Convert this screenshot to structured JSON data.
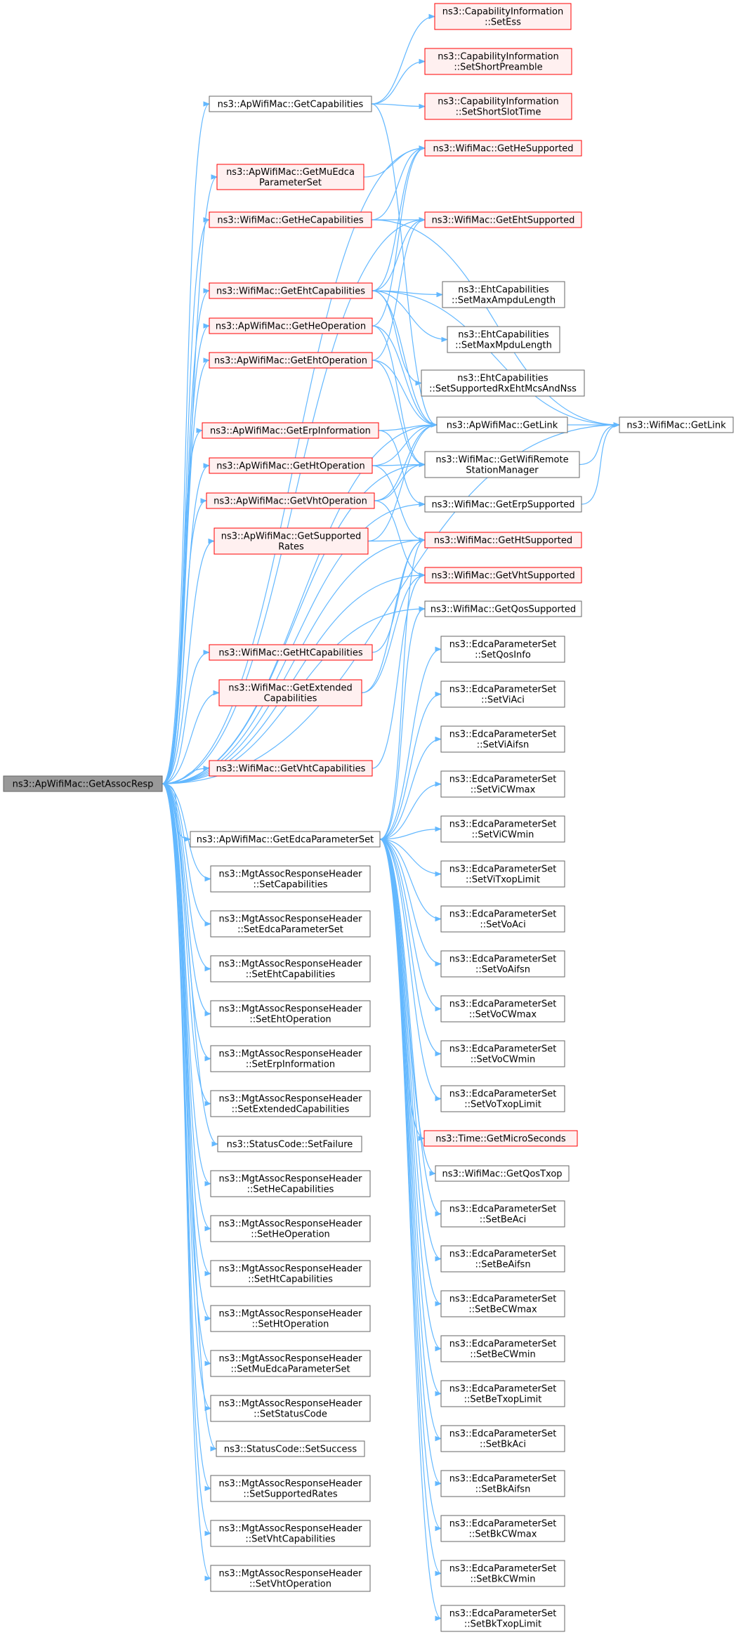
{
  "colors": {
    "edge": "#63b8ff",
    "border_normal": "#666666",
    "border_red": "#ff0000",
    "fill_normal": "#ffffff",
    "fill_red": "#fff0f0",
    "fill_root": "#999999",
    "text": "#000000"
  },
  "nodes": [
    {
      "id": "root",
      "style": "root",
      "lines": [
        "ns3::ApWifiMac::GetAssocResp"
      ]
    },
    {
      "id": "getCapabilities",
      "style": "normal",
      "lines": [
        "ns3::ApWifiMac::GetCapabilities"
      ]
    },
    {
      "id": "getMuEdca",
      "style": "red",
      "lines": [
        "ns3::ApWifiMac::GetMuEdca",
        "ParameterSet"
      ]
    },
    {
      "id": "getHeCap",
      "style": "red",
      "lines": [
        "ns3::WifiMac::GetHeCapabilities"
      ]
    },
    {
      "id": "getEhtCap",
      "style": "red",
      "lines": [
        "ns3::WifiMac::GetEhtCapabilities"
      ]
    },
    {
      "id": "getHeOp",
      "style": "red",
      "lines": [
        "ns3::ApWifiMac::GetHeOperation"
      ]
    },
    {
      "id": "getEhtOp",
      "style": "red",
      "lines": [
        "ns3::ApWifiMac::GetEhtOperation"
      ]
    },
    {
      "id": "getErpInfo",
      "style": "red",
      "lines": [
        "ns3::ApWifiMac::GetErpInformation"
      ]
    },
    {
      "id": "getHtOp",
      "style": "red",
      "lines": [
        "ns3::ApWifiMac::GetHtOperation"
      ]
    },
    {
      "id": "getVhtOp",
      "style": "red",
      "lines": [
        "ns3::ApWifiMac::GetVhtOperation"
      ]
    },
    {
      "id": "getSuppRates",
      "style": "red",
      "lines": [
        "ns3::ApWifiMac::GetSupported",
        "Rates"
      ]
    },
    {
      "id": "getHtCap",
      "style": "red",
      "lines": [
        "ns3::WifiMac::GetHtCapabilities"
      ]
    },
    {
      "id": "getExtCap",
      "style": "red",
      "lines": [
        "ns3::WifiMac::GetExtended",
        "Capabilities"
      ]
    },
    {
      "id": "getVhtCap",
      "style": "red",
      "lines": [
        "ns3::WifiMac::GetVhtCapabilities"
      ]
    },
    {
      "id": "getEdca",
      "style": "normal",
      "lines": [
        "ns3::ApWifiMac::GetEdcaParameterSet"
      ]
    },
    {
      "id": "hSetCap",
      "style": "normal",
      "lines": [
        "ns3::MgtAssocResponseHeader",
        "::SetCapabilities"
      ]
    },
    {
      "id": "hSetEdca",
      "style": "normal",
      "lines": [
        "ns3::MgtAssocResponseHeader",
        "::SetEdcaParameterSet"
      ]
    },
    {
      "id": "hSetEhtCap",
      "style": "normal",
      "lines": [
        "ns3::MgtAssocResponseHeader",
        "::SetEhtCapabilities"
      ]
    },
    {
      "id": "hSetEhtOp",
      "style": "normal",
      "lines": [
        "ns3::MgtAssocResponseHeader",
        "::SetEhtOperation"
      ]
    },
    {
      "id": "hSetErp",
      "style": "normal",
      "lines": [
        "ns3::MgtAssocResponseHeader",
        "::SetErpInformation"
      ]
    },
    {
      "id": "hSetExtCap",
      "style": "normal",
      "lines": [
        "ns3::MgtAssocResponseHeader",
        "::SetExtendedCapabilities"
      ]
    },
    {
      "id": "scSetFailure",
      "style": "normal",
      "lines": [
        "ns3::StatusCode::SetFailure"
      ]
    },
    {
      "id": "hSetHeCap",
      "style": "normal",
      "lines": [
        "ns3::MgtAssocResponseHeader",
        "::SetHeCapabilities"
      ]
    },
    {
      "id": "hSetHeOp",
      "style": "normal",
      "lines": [
        "ns3::MgtAssocResponseHeader",
        "::SetHeOperation"
      ]
    },
    {
      "id": "hSetHtCap",
      "style": "normal",
      "lines": [
        "ns3::MgtAssocResponseHeader",
        "::SetHtCapabilities"
      ]
    },
    {
      "id": "hSetHtOp",
      "style": "normal",
      "lines": [
        "ns3::MgtAssocResponseHeader",
        "::SetHtOperation"
      ]
    },
    {
      "id": "hSetMuEdca",
      "style": "normal",
      "lines": [
        "ns3::MgtAssocResponseHeader",
        "::SetMuEdcaParameterSet"
      ]
    },
    {
      "id": "hSetStatus",
      "style": "normal",
      "lines": [
        "ns3::MgtAssocResponseHeader",
        "::SetStatusCode"
      ]
    },
    {
      "id": "scSetSuccess",
      "style": "normal",
      "lines": [
        "ns3::StatusCode::SetSuccess"
      ]
    },
    {
      "id": "hSetSuppRates",
      "style": "normal",
      "lines": [
        "ns3::MgtAssocResponseHeader",
        "::SetSupportedRates"
      ]
    },
    {
      "id": "hSetVhtCap",
      "style": "normal",
      "lines": [
        "ns3::MgtAssocResponseHeader",
        "::SetVhtCapabilities"
      ]
    },
    {
      "id": "hSetVhtOp",
      "style": "normal",
      "lines": [
        "ns3::MgtAssocResponseHeader",
        "::SetVhtOperation"
      ]
    },
    {
      "id": "capSetEss",
      "style": "red",
      "lines": [
        "ns3::CapabilityInformation",
        "::SetEss"
      ]
    },
    {
      "id": "capSetShortPre",
      "style": "red",
      "lines": [
        "ns3::CapabilityInformation",
        "::SetShortPreamble"
      ]
    },
    {
      "id": "capSetShortSlot",
      "style": "red",
      "lines": [
        "ns3::CapabilityInformation",
        "::SetShortSlotTime"
      ]
    },
    {
      "id": "getHeSupp",
      "style": "red",
      "lines": [
        "ns3::WifiMac::GetHeSupported"
      ]
    },
    {
      "id": "getEhtSupp",
      "style": "red",
      "lines": [
        "ns3::WifiMac::GetEhtSupported"
      ]
    },
    {
      "id": "ehtSetMaxAmpdu",
      "style": "normal",
      "lines": [
        "ns3::EhtCapabilities",
        "::SetMaxAmpduLength"
      ]
    },
    {
      "id": "ehtSetMaxMpdu",
      "style": "normal",
      "lines": [
        "ns3::EhtCapabilities",
        "::SetMaxMpduLength"
      ]
    },
    {
      "id": "ehtSetRx",
      "style": "normal",
      "lines": [
        "ns3::EhtCapabilities",
        "::SetSupportedRxEhtMcsAndNss"
      ]
    },
    {
      "id": "apGetLink",
      "style": "normal",
      "lines": [
        "ns3::ApWifiMac::GetLink"
      ]
    },
    {
      "id": "getRemoteMgr",
      "style": "normal",
      "lines": [
        "ns3::WifiMac::GetWifiRemote",
        "StationManager"
      ]
    },
    {
      "id": "getErpSupp",
      "style": "normal",
      "lines": [
        "ns3::WifiMac::GetErpSupported"
      ]
    },
    {
      "id": "getHtSupp",
      "style": "red",
      "lines": [
        "ns3::WifiMac::GetHtSupported"
      ]
    },
    {
      "id": "getVhtSupp",
      "style": "red",
      "lines": [
        "ns3::WifiMac::GetVhtSupported"
      ]
    },
    {
      "id": "getQosSupp",
      "style": "normal",
      "lines": [
        "ns3::WifiMac::GetQosSupported"
      ]
    },
    {
      "id": "eSetQosInfo",
      "style": "normal",
      "lines": [
        "ns3::EdcaParameterSet",
        "::SetQosInfo"
      ]
    },
    {
      "id": "eSetViAci",
      "style": "normal",
      "lines": [
        "ns3::EdcaParameterSet",
        "::SetViAci"
      ]
    },
    {
      "id": "eSetViAifsn",
      "style": "normal",
      "lines": [
        "ns3::EdcaParameterSet",
        "::SetViAifsn"
      ]
    },
    {
      "id": "eSetViCWmax",
      "style": "normal",
      "lines": [
        "ns3::EdcaParameterSet",
        "::SetViCWmax"
      ]
    },
    {
      "id": "eSetViCWmin",
      "style": "normal",
      "lines": [
        "ns3::EdcaParameterSet",
        "::SetViCWmin"
      ]
    },
    {
      "id": "eSetViTxop",
      "style": "normal",
      "lines": [
        "ns3::EdcaParameterSet",
        "::SetViTxopLimit"
      ]
    },
    {
      "id": "eSetVoAci",
      "style": "normal",
      "lines": [
        "ns3::EdcaParameterSet",
        "::SetVoAci"
      ]
    },
    {
      "id": "eSetVoAifsn",
      "style": "normal",
      "lines": [
        "ns3::EdcaParameterSet",
        "::SetVoAifsn"
      ]
    },
    {
      "id": "eSetVoCWmax",
      "style": "normal",
      "lines": [
        "ns3::EdcaParameterSet",
        "::SetVoCWmax"
      ]
    },
    {
      "id": "eSetVoCWmin",
      "style": "normal",
      "lines": [
        "ns3::EdcaParameterSet",
        "::SetVoCWmin"
      ]
    },
    {
      "id": "eSetVoTxop",
      "style": "normal",
      "lines": [
        "ns3::EdcaParameterSet",
        "::SetVoTxopLimit"
      ]
    },
    {
      "id": "timeGetMicro",
      "style": "red",
      "lines": [
        "ns3::Time::GetMicroSeconds"
      ]
    },
    {
      "id": "getQosTxop",
      "style": "normal",
      "lines": [
        "ns3::WifiMac::GetQosTxop"
      ]
    },
    {
      "id": "eSetBeAci",
      "style": "normal",
      "lines": [
        "ns3::EdcaParameterSet",
        "::SetBeAci"
      ]
    },
    {
      "id": "eSetBeAifsn",
      "style": "normal",
      "lines": [
        "ns3::EdcaParameterSet",
        "::SetBeAifsn"
      ]
    },
    {
      "id": "eSetBeCWmax",
      "style": "normal",
      "lines": [
        "ns3::EdcaParameterSet",
        "::SetBeCWmax"
      ]
    },
    {
      "id": "eSetBeCWmin",
      "style": "normal",
      "lines": [
        "ns3::EdcaParameterSet",
        "::SetBeCWmin"
      ]
    },
    {
      "id": "eSetBeTxop",
      "style": "normal",
      "lines": [
        "ns3::EdcaParameterSet",
        "::SetBeTxopLimit"
      ]
    },
    {
      "id": "eSetBkAci",
      "style": "normal",
      "lines": [
        "ns3::EdcaParameterSet",
        "::SetBkAci"
      ]
    },
    {
      "id": "eSetBkAifsn",
      "style": "normal",
      "lines": [
        "ns3::EdcaParameterSet",
        "::SetBkAifsn"
      ]
    },
    {
      "id": "eSetBkCWmax",
      "style": "normal",
      "lines": [
        "ns3::EdcaParameterSet",
        "::SetBkCWmax"
      ]
    },
    {
      "id": "eSetBkCWmin",
      "style": "normal",
      "lines": [
        "ns3::EdcaParameterSet",
        "::SetBkCWmin"
      ]
    },
    {
      "id": "eSetBkTxop",
      "style": "normal",
      "lines": [
        "ns3::EdcaParameterSet",
        "::SetBkTxopLimit"
      ]
    },
    {
      "id": "wmGetLink",
      "style": "normal",
      "lines": [
        "ns3::WifiMac::GetLink"
      ]
    }
  ],
  "edges": [
    [
      "root",
      "getCapabilities"
    ],
    [
      "root",
      "getMuEdca"
    ],
    [
      "root",
      "getHeCap"
    ],
    [
      "root",
      "getEhtCap"
    ],
    [
      "root",
      "getHeOp"
    ],
    [
      "root",
      "getEhtOp"
    ],
    [
      "root",
      "getErpInfo"
    ],
    [
      "root",
      "getHtOp"
    ],
    [
      "root",
      "getVhtOp"
    ],
    [
      "root",
      "getSuppRates"
    ],
    [
      "root",
      "getHtCap"
    ],
    [
      "root",
      "getExtCap"
    ],
    [
      "root",
      "getVhtCap"
    ],
    [
      "root",
      "getEdca"
    ],
    [
      "root",
      "hSetCap"
    ],
    [
      "root",
      "hSetEdca"
    ],
    [
      "root",
      "hSetEhtCap"
    ],
    [
      "root",
      "hSetEhtOp"
    ],
    [
      "root",
      "hSetErp"
    ],
    [
      "root",
      "hSetExtCap"
    ],
    [
      "root",
      "scSetFailure"
    ],
    [
      "root",
      "hSetHeCap"
    ],
    [
      "root",
      "hSetHeOp"
    ],
    [
      "root",
      "hSetHtCap"
    ],
    [
      "root",
      "hSetHtOp"
    ],
    [
      "root",
      "hSetMuEdca"
    ],
    [
      "root",
      "hSetStatus"
    ],
    [
      "root",
      "scSetSuccess"
    ],
    [
      "root",
      "hSetSuppRates"
    ],
    [
      "root",
      "hSetVhtCap"
    ],
    [
      "root",
      "hSetVhtOp"
    ],
    [
      "root",
      "getHeSupp"
    ],
    [
      "root",
      "getEhtSupp"
    ],
    [
      "root",
      "wmGetLink"
    ],
    [
      "root",
      "apGetLink"
    ],
    [
      "root",
      "getRemoteMgr"
    ],
    [
      "root",
      "getErpSupp"
    ],
    [
      "root",
      "getHtSupp"
    ],
    [
      "root",
      "getVhtSupp"
    ],
    [
      "root",
      "getQosSupp"
    ],
    [
      "getCapabilities",
      "capSetEss"
    ],
    [
      "getCapabilities",
      "capSetShortPre"
    ],
    [
      "getCapabilities",
      "capSetShortSlot"
    ],
    [
      "getCapabilities",
      "apGetLink"
    ],
    [
      "getMuEdca",
      "getHeSupp"
    ],
    [
      "getHeCap",
      "getHeSupp"
    ],
    [
      "getHeCap",
      "getEhtSupp"
    ],
    [
      "getHeCap",
      "wmGetLink"
    ],
    [
      "getEhtCap",
      "getEhtSupp"
    ],
    [
      "getEhtCap",
      "getHeSupp"
    ],
    [
      "getEhtCap",
      "ehtSetMaxAmpdu"
    ],
    [
      "getEhtCap",
      "ehtSetMaxMpdu"
    ],
    [
      "getEhtCap",
      "ehtSetRx"
    ],
    [
      "getEhtCap",
      "wmGetLink"
    ],
    [
      "getEhtCap",
      "apGetLink"
    ],
    [
      "getHeOp",
      "getHeSupp"
    ],
    [
      "getHeOp",
      "apGetLink"
    ],
    [
      "getHeOp",
      "getRemoteMgr"
    ],
    [
      "getEhtOp",
      "getEhtSupp"
    ],
    [
      "getEhtOp",
      "apGetLink"
    ],
    [
      "getEhtOp",
      "getRemoteMgr"
    ],
    [
      "getErpInfo",
      "apGetLink"
    ],
    [
      "getErpInfo",
      "getErpSupp"
    ],
    [
      "getHtOp",
      "apGetLink"
    ],
    [
      "getHtOp",
      "getRemoteMgr"
    ],
    [
      "getHtOp",
      "getHtSupp"
    ],
    [
      "getVhtOp",
      "apGetLink"
    ],
    [
      "getVhtOp",
      "getRemoteMgr"
    ],
    [
      "getVhtOp",
      "getVhtSupp"
    ],
    [
      "getSuppRates",
      "getHtSupp"
    ],
    [
      "getSuppRates",
      "apGetLink"
    ],
    [
      "getHtCap",
      "getHtSupp"
    ],
    [
      "getExtCap",
      "getHtSupp"
    ],
    [
      "getExtCap",
      "getVhtSupp"
    ],
    [
      "getVhtCap",
      "getVhtSupp"
    ],
    [
      "apGetLink",
      "wmGetLink"
    ],
    [
      "getRemoteMgr",
      "wmGetLink"
    ],
    [
      "getErpSupp",
      "wmGetLink"
    ],
    [
      "getEdca",
      "getQosSupp"
    ],
    [
      "getEdca",
      "getHtSupp"
    ],
    [
      "getEdca",
      "eSetQosInfo"
    ],
    [
      "getEdca",
      "eSetViAci"
    ],
    [
      "getEdca",
      "eSetViAifsn"
    ],
    [
      "getEdca",
      "eSetViCWmax"
    ],
    [
      "getEdca",
      "eSetViCWmin"
    ],
    [
      "getEdca",
      "eSetViTxop"
    ],
    [
      "getEdca",
      "eSetVoAci"
    ],
    [
      "getEdca",
      "eSetVoAifsn"
    ],
    [
      "getEdca",
      "eSetVoCWmax"
    ],
    [
      "getEdca",
      "eSetVoCWmin"
    ],
    [
      "getEdca",
      "eSetVoTxop"
    ],
    [
      "getEdca",
      "timeGetMicro"
    ],
    [
      "getEdca",
      "getQosTxop"
    ],
    [
      "getEdca",
      "eSetBeAci"
    ],
    [
      "getEdca",
      "eSetBeAifsn"
    ],
    [
      "getEdca",
      "eSetBeCWmax"
    ],
    [
      "getEdca",
      "eSetBeCWmin"
    ],
    [
      "getEdca",
      "eSetBeTxop"
    ],
    [
      "getEdca",
      "eSetBkAci"
    ],
    [
      "getEdca",
      "eSetBkAifsn"
    ],
    [
      "getEdca",
      "eSetBkCWmax"
    ],
    [
      "getEdca",
      "eSetBkCWmin"
    ],
    [
      "getEdca",
      "eSetBkTxop"
    ]
  ]
}
